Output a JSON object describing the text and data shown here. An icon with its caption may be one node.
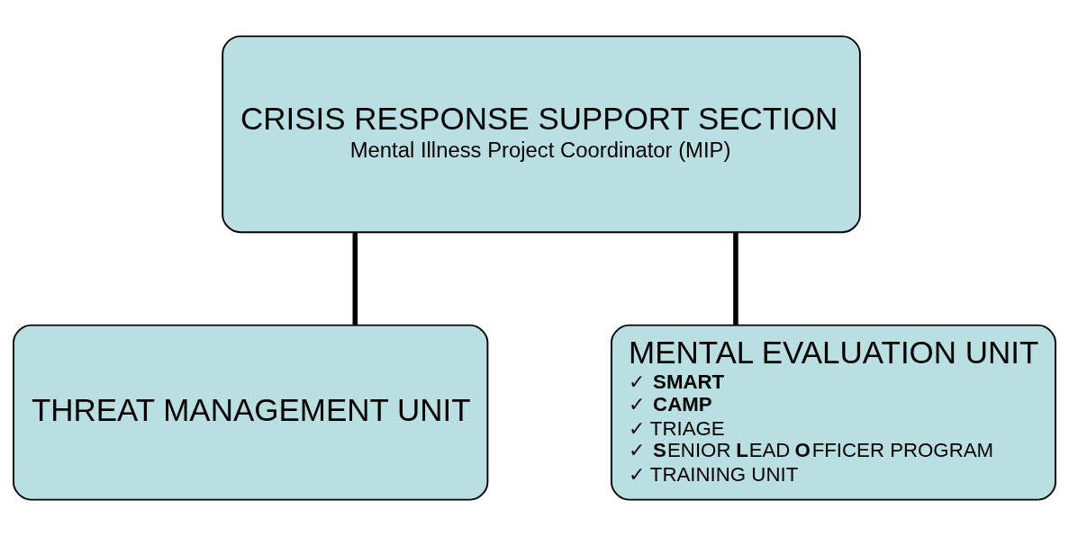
{
  "diagram": {
    "nodes": [
      {
        "text": [
          "CRISIS RESPONSE SUPPORT SECTION",
          "Mental Illness Project Coordinator (MIP)"
        ]
      },
      {
        "text": [
          "THREAT MANAGEMENT UNIT"
        ]
      },
      {
        "text": [
          "MENTAL EVALUATION UNIT",
          "✓ **SMART**",
          "✓ **CAMP**",
          "✓ TRIAGE",
          "✓ **S**ENIOR **L**EAD **O**FFICER PROGRAM",
          "✓ TRAINING UNIT"
        ]
      }
    ],
    "edges": [
      {
        "from": 0,
        "to": 1,
        "arrow": "none"
      },
      {
        "from": 0,
        "to": 2,
        "arrow": "none"
      }
    ]
  }
}
